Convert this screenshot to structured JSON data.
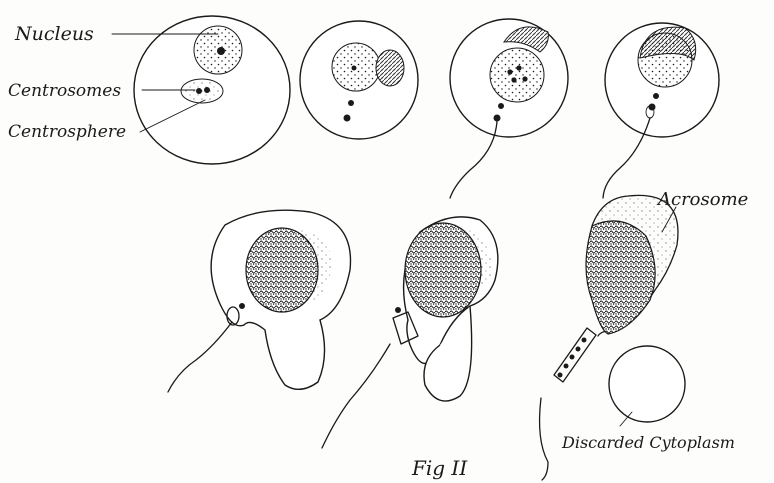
{
  "labels": {
    "nucleus": "Nucleus",
    "centrosomes": "Centrosomes",
    "centrosphere": "Centrosphere",
    "acrosome": "Acrosome",
    "discarded_cytoplasm": "Discarded Cytoplasm",
    "figure": "Fig II"
  },
  "colors": {
    "ink": "#1a1a1a",
    "paper": "#fdfdfb"
  }
}
